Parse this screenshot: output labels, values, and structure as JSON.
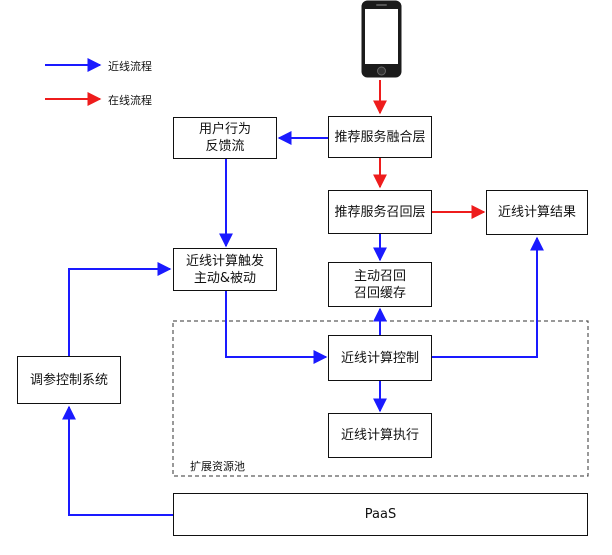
{
  "legend": {
    "nearline_label": "近线流程",
    "online_label": "在线流程"
  },
  "region": {
    "label": "扩展资源池"
  },
  "boxes": {
    "fusion": "推荐服务融合层",
    "feedback": "用户行为\n反馈流",
    "recall_layer": "推荐服务召回层",
    "result": "近线计算结果",
    "trigger": "近线计算触发\n主动&被动",
    "cache": "主动召回\n召回缓存",
    "control": "近线计算控制",
    "tuning": "调参控制系统",
    "exec": "近线计算执行",
    "paas": "PaaS"
  },
  "colors": {
    "nearline": "#1a1aff",
    "online": "#ee1c1c",
    "border": "#111111"
  },
  "icons": {
    "device": "smartphone-icon"
  }
}
